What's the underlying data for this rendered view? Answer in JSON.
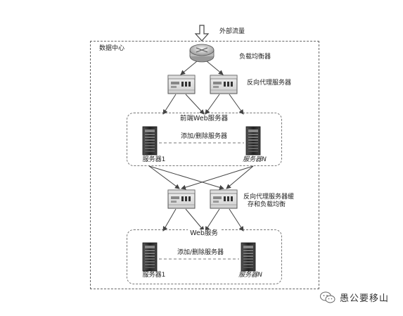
{
  "labels": {
    "external_traffic": "外部流量",
    "data_center": "数据中心",
    "load_balancer": "负载均衡器",
    "reverse_proxy": "反向代理服务器",
    "frontend_group": "前端Web服务器",
    "add_remove_top": "添加/删除服务器",
    "server1_top": "服务器1",
    "serverN_top": "服务器N",
    "proxy_cache_lb_line1": "反向代理服务器缓",
    "proxy_cache_lb_line2": "存和负载均衡",
    "web_service_group": "Web服务",
    "add_remove_bottom": "添加/删除服务器",
    "server1_bottom": "服务器1",
    "serverN_bottom": "服务器N"
  },
  "watermark": {
    "text": "愚公要移山",
    "icon": "wechat-icon"
  }
}
